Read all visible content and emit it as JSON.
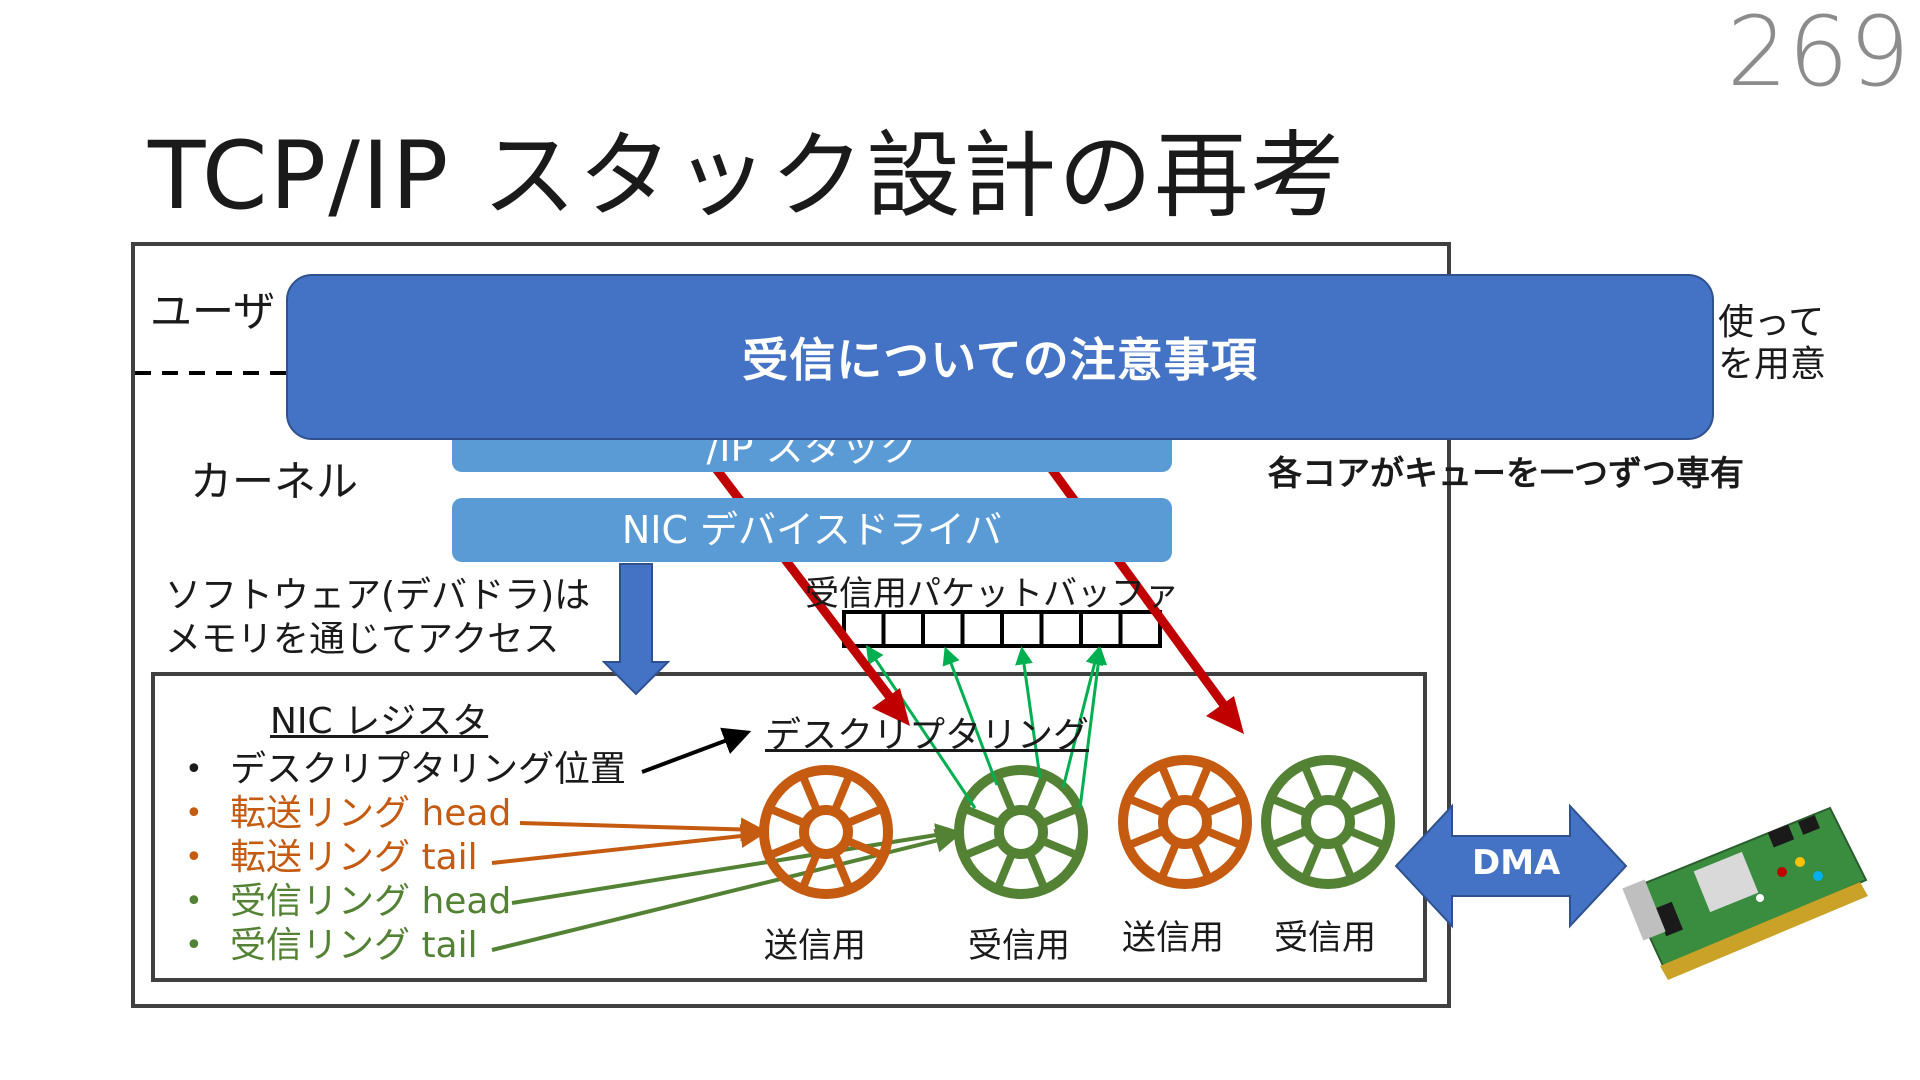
{
  "slide": {
    "number": "269",
    "title": "TCP/IP スタック設計の再考"
  },
  "layers": {
    "user_label": "ユーザ",
    "kernel_label": "カーネル",
    "ipstack_label": "/IP スタック",
    "driver_label": "NIC デバイスドライバ"
  },
  "notes": {
    "side_line1": "使って",
    "side_line2": "を用意",
    "queue_note": "各コアがキューを一つずつ専有",
    "software_line1": "ソフトウェア(デバドラ)は",
    "software_line2": "メモリを通じてアクセス"
  },
  "nic_registers": {
    "title": "NIC レジスタ",
    "items": [
      {
        "label": "デスクリプタリング位置",
        "color": "#1a1a1a"
      },
      {
        "label": "転送リング head",
        "color": "#c55a11"
      },
      {
        "label": "転送リング tail",
        "color": "#c55a11"
      },
      {
        "label": "受信リング head",
        "color": "#548235"
      },
      {
        "label": "受信リング tail",
        "color": "#548235"
      }
    ]
  },
  "descriptor": {
    "title": "デスクリプタリング",
    "buffer_label": "受信用パケットバッファ",
    "buffer_slots": 8,
    "rings": [
      {
        "label": "送信用",
        "color": "#c55a11"
      },
      {
        "label": "受信用",
        "color": "#548235"
      },
      {
        "label": "送信用",
        "color": "#c55a11"
      },
      {
        "label": "受信用",
        "color": "#548235"
      }
    ]
  },
  "dma": {
    "label": "DMA"
  },
  "callout": {
    "text": "受信についての注意事項"
  },
  "colors": {
    "transmit": "#c55a11",
    "receive": "#548235",
    "layer_bar": "#5b9bd5",
    "callout": "#4472c4",
    "core_arrow": "#c00000",
    "buffer_arrow": "#00b050"
  }
}
